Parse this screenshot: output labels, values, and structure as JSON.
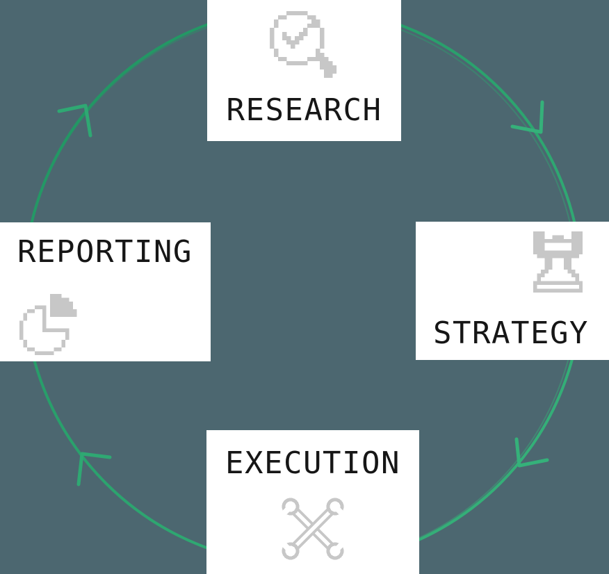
{
  "canvas": {
    "background_color": "#4c6770",
    "card_background": "#ffffff",
    "label_color": "#161616",
    "icon_color": "#c7c7c7"
  },
  "cycle": {
    "direction": "clockwise",
    "ring_color_start": "#1f9260",
    "ring_color_end": "#38b47c",
    "arrow_color": "#2fa873",
    "arrow_count": 4,
    "stages": [
      {
        "id": "research",
        "label": "RESEARCH",
        "position": "top",
        "icon": "search-check-icon"
      },
      {
        "id": "strategy",
        "label": "STRATEGY",
        "position": "right",
        "icon": "chess-rook-icon"
      },
      {
        "id": "execution",
        "label": "EXECUTION",
        "position": "bottom",
        "icon": "crossed-wrenches-icon"
      },
      {
        "id": "reporting",
        "label": "REPORTING",
        "position": "left",
        "icon": "pie-chart-icon"
      }
    ]
  }
}
